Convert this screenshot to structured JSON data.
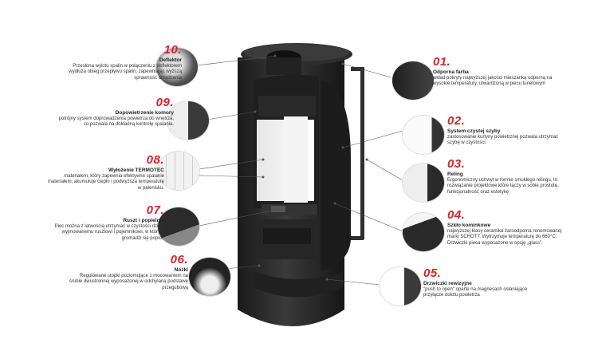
{
  "callouts": [
    {
      "num": "10.",
      "title": "Deflektor",
      "desc": "Przesłona wylotu spalin w połączeniu z deflektorem wydłuża obieg przepływu spalin, zapewniając wyższą sprawność urządzenia"
    },
    {
      "num": "09.",
      "title": "Dopowietrzenie komory",
      "desc": "potrójny system doprowadzenia powietrza do wnętrza, co pozwala na dokładną kontrolę spalania."
    },
    {
      "num": "08.",
      "title": "Wyłożenie TERMOTEC",
      "desc": "materiałem, który zapewnia efektywne spalanie materiałem, akumuluje ciepło i podwyższa temperaturę w palenisku."
    },
    {
      "num": "07.",
      "title": "Ruszt i popielnik",
      "desc": "Piec można z łatwością utrzymać w czystości dzięki wyjmowanemu rusztowi i pojemnikowi, w którym gromadzi się popiół."
    },
    {
      "num": "06.",
      "title": "Nóżki",
      "desc": "Regulowane stopki poziomujące z mocowaniem na śrubie dwustronnej wyposażonej w odchylaną podstawę przegubową"
    },
    {
      "num": "01.",
      "title": "Odporna farba",
      "desc": "wkład pokryty najwyższej jakości mieszanką odporną na wysokie temperatury, utwardzoną w piecu tunelowym"
    },
    {
      "num": "02.",
      "title": "System czystej szyby",
      "desc": "zastosowanie kurtyny powietrznej pozwala utrzymać szybę w czystości."
    },
    {
      "num": "03.",
      "title": "Reling",
      "desc": "Ergonomiczny uchwyt w formie smukłego relingu, to rozwiązanie projektowe które łączy w sobie prostotę, funkcjonalność oraz estetykę"
    },
    {
      "num": "04.",
      "title": "Szkło kominkowe",
      "desc": "najwyższej klasy ceramika żaroodporna renomowanej marki SCHOTT. Wytrzymuje temperaturę do 660°C. Drzwiczki pieca wyposażone w opcję „glass”."
    },
    {
      "num": "05.",
      "title": "Drzwiczki rewizyjne",
      "desc": "\"push to open\" oparte na magnesach osłaniające przyłącze dolotu powietrza"
    }
  ],
  "colors": {
    "accent": "#d8232a",
    "stove": "#2b2b2b"
  }
}
